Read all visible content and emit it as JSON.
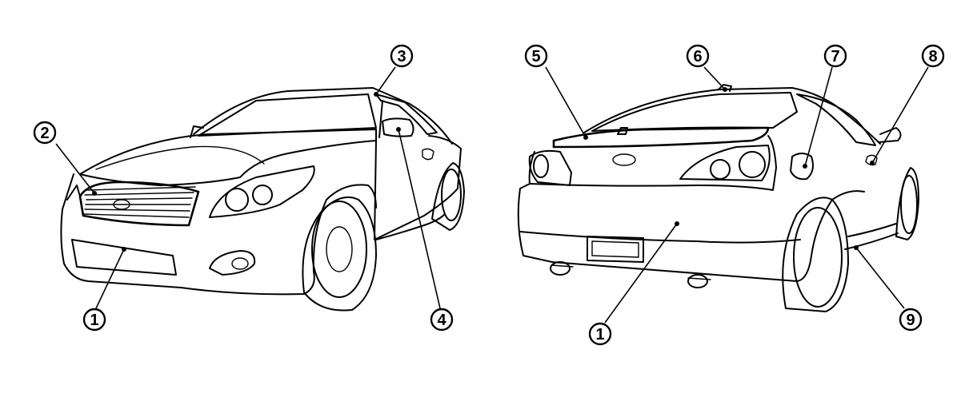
{
  "figure": {
    "views": [
      {
        "id": "front-view"
      },
      {
        "id": "rear-view"
      }
    ],
    "callouts": [
      {
        "id": "front-1",
        "label": "1"
      },
      {
        "id": "front-2",
        "label": "2"
      },
      {
        "id": "front-3",
        "label": "3"
      },
      {
        "id": "front-4",
        "label": "4"
      },
      {
        "id": "rear-5",
        "label": "5"
      },
      {
        "id": "rear-6",
        "label": "6"
      },
      {
        "id": "rear-7",
        "label": "7"
      },
      {
        "id": "rear-8",
        "label": "8"
      },
      {
        "id": "rear-1",
        "label": "1"
      },
      {
        "id": "rear-9",
        "label": "9"
      }
    ]
  }
}
